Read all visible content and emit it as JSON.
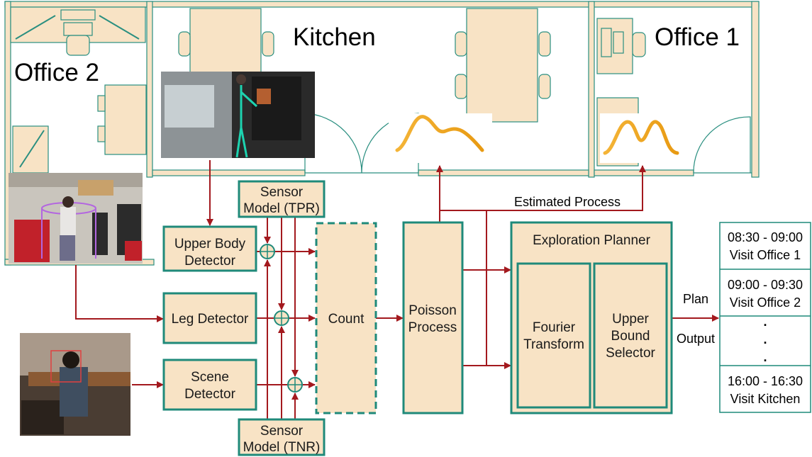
{
  "floorplan": {
    "rooms": [
      "Office 2",
      "Kitchen",
      "Office 1"
    ]
  },
  "detectors": {
    "upper_body": [
      "Upper Body",
      "Detector"
    ],
    "leg": [
      "Leg Detector"
    ],
    "scene": [
      "Scene",
      "Detector"
    ]
  },
  "sensor_model_tpr": [
    "Sensor",
    "Model (TPR)"
  ],
  "sensor_model_tnr": [
    "Sensor",
    "Model (TNR)"
  ],
  "count": "Count",
  "poisson": [
    "Poisson",
    "Process"
  ],
  "estimated_process": "Estimated Process",
  "planner": {
    "title": "Exploration Planner",
    "fourier": [
      "Fourier",
      "Transform"
    ],
    "upper_bound": [
      "Upper",
      "Bound",
      "Selector"
    ]
  },
  "plan_label": "Plan",
  "output_label": "Output",
  "schedule": [
    {
      "time": "08:30 - 09:00",
      "action": "Visit Office 1"
    },
    {
      "time": "09:00 - 09:30",
      "action": "Visit Office 2"
    },
    {
      "time": "16:00 - 16:30",
      "action": "Visit Kitchen"
    }
  ],
  "ellipsis": [
    ".",
    ".",
    "."
  ],
  "colors": {
    "box_fill": "#f8e3c5",
    "box_stroke": "#1f8a7a",
    "arrow": "#a3191e",
    "curve": "#f0a020"
  }
}
